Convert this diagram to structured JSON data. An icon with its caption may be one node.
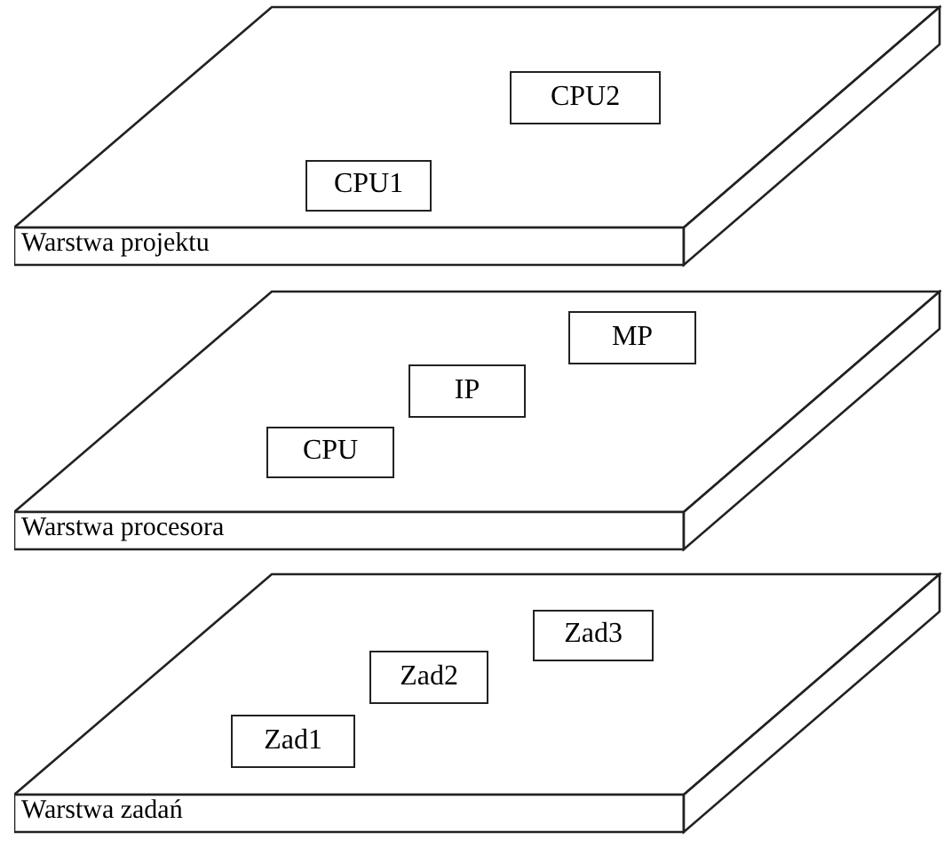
{
  "diagram": {
    "nodes": [
      {
        "text": [
          "Warstwa projektu"
        ]
      },
      {
        "text": [
          "CPU1"
        ],
        "in": 0
      },
      {
        "text": [
          "CPU2"
        ],
        "in": 0
      },
      {
        "text": [
          "Warstwa procesora"
        ]
      },
      {
        "text": [
          "CPU"
        ],
        "in": 3
      },
      {
        "text": [
          "IP"
        ],
        "in": 3
      },
      {
        "text": [
          "MP"
        ],
        "in": 3
      },
      {
        "text": [
          "Warstwa zadań"
        ]
      },
      {
        "text": [
          "Zad1"
        ],
        "in": 7
      },
      {
        "text": [
          "Zad2"
        ],
        "in": 7
      },
      {
        "text": [
          "Zad3"
        ],
        "in": 7
      }
    ],
    "edges": []
  }
}
